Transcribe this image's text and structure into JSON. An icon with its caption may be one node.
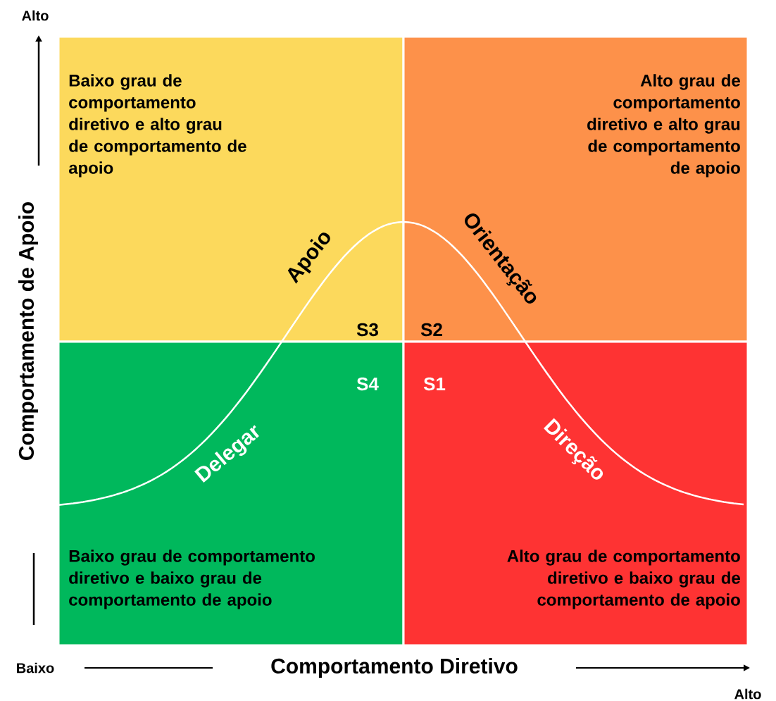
{
  "diagram": {
    "nodes": [
      {
        "text": [
          "Baixo grau de comportamento diretivo e alto grau de comportamento de apoio",
          "Apoio",
          "S3"
        ]
      },
      {
        "text": [
          "Alto grau de comportamento diretivo e alto grau de comportamento de apoio",
          "Orientação",
          "S2"
        ]
      },
      {
        "text": [
          "S4",
          "Delegar",
          "Baixo grau de comportamento diretivo e baixo grau de comportamento de apoio"
        ]
      },
      {
        "text": [
          "S1",
          "Direção",
          "Alto grau de comportamento diretivo e baixo grau de comportamento de apoio"
        ]
      }
    ],
    "labels": [
      "Alto",
      "Comportamento de Apoio",
      "Baixo",
      "Comportamento Diretivo",
      "Alto"
    ]
  }
}
